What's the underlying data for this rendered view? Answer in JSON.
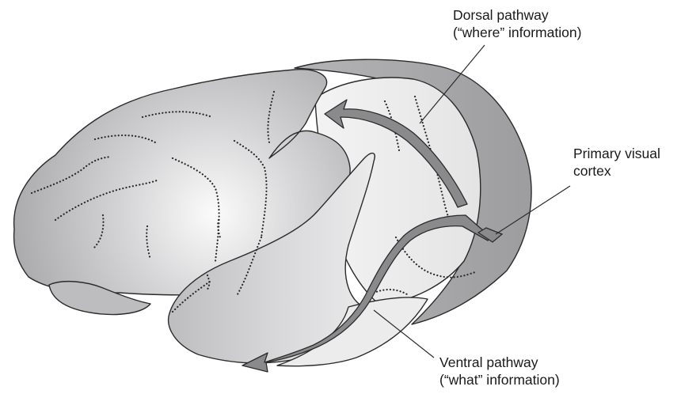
{
  "labels": {
    "dorsal_line1": "Dorsal pathway",
    "dorsal_line2": "(“where” information)",
    "primary_line1": "Primary visual",
    "primary_line2": "cortex",
    "ventral_line1": "Ventral pathway",
    "ventral_line2": "(“what” information)"
  },
  "colors": {
    "cortex_light": "#f2f2f2",
    "cortex_mid": "#c4c4c6",
    "cortex_dark": "#9a9a9c",
    "occipital_band": "#a9a9ab",
    "arrow_fill": "#8a8a8c",
    "outline": "#2b2b2b"
  }
}
